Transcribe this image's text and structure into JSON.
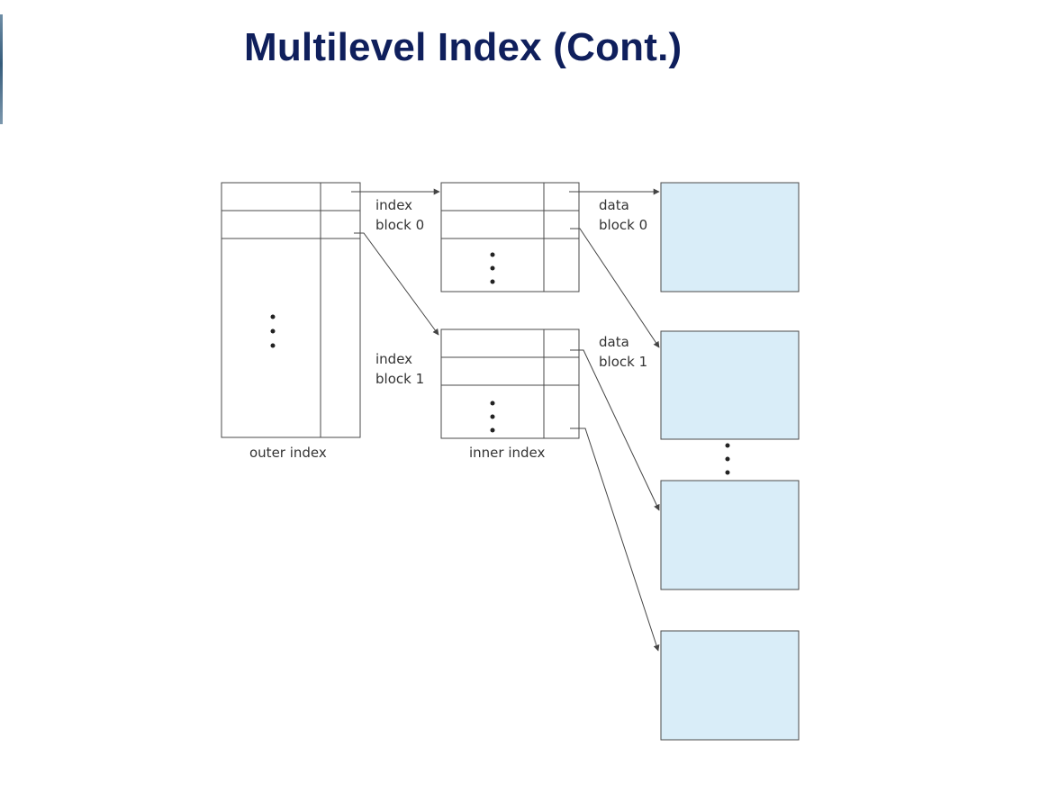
{
  "slide": {
    "title": "Multilevel Index (Cont.)"
  },
  "diagram": {
    "labels": {
      "index_block_0_line1": "index",
      "index_block_0_line2": "block 0",
      "index_block_1_line1": "index",
      "index_block_1_line2": "block 1",
      "data_block_0_line1": "data",
      "data_block_0_line2": "block 0",
      "data_block_1_line1": "data",
      "data_block_1_line2": "block 1",
      "outer_index": "outer index",
      "inner_index": "inner index"
    },
    "colors": {
      "title": "#0f1f5c",
      "data_block_fill": "#d9edf8",
      "line": "#4a4a4a"
    }
  }
}
